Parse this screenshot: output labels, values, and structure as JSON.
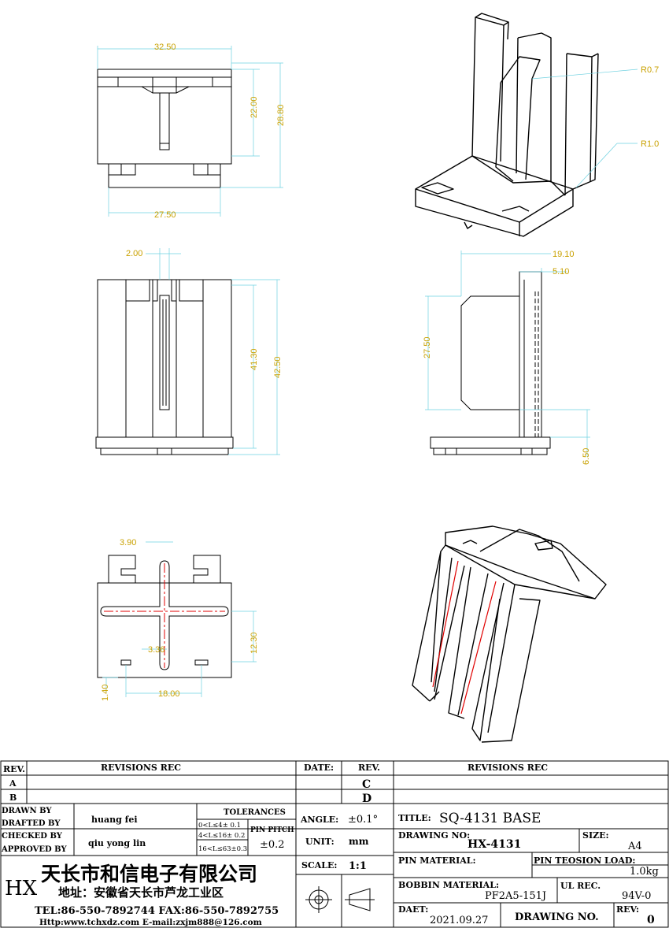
{
  "dimensions": {
    "top_width": "32.50",
    "top_h1": "22.00",
    "top_h2": "28.80",
    "top_base": "27.50",
    "front_slot": "2.00",
    "front_h1": "41.30",
    "front_h2": "42.50",
    "side_w1": "19.10",
    "side_w2": "5.10",
    "side_h1": "27.50",
    "side_h2": "6.50",
    "bottom_w": "3.90",
    "bottom_h": "12.30",
    "bottom_pin": "3.36",
    "bottom_off": "1.40",
    "bottom_pitch": "18.00",
    "iso_r1": "R0.7",
    "iso_r2": "R1.0"
  },
  "title_block": {
    "rev_header": "REV.",
    "revisions_header": "REVISIONS  REC",
    "date_header": "DATE:",
    "rev_header2": "REV.",
    "revisions_header2": "REVISIONS  REC",
    "rev_a": "A",
    "rev_b": "B",
    "rev_c": "C",
    "rev_d": "D",
    "drawn_by_label": "DRAWN BY",
    "drafted_by_label": "DRAFTED BY",
    "drafted_by": "huang fei",
    "checked_by_label": "CHECKED BY",
    "approved_by_label": "APPROVED BY",
    "approved_by": "qiu yong lin",
    "tolerances_label": "TOLERANCES",
    "tol1": "0<L≤4± 0.1",
    "tol2": "4<L≤16± 0.2",
    "tol3": "16<L≤63±0.3",
    "pin_pitch_label": "PIN PITCH",
    "pin_pitch": "±0.2",
    "angle_label": "ANGLE:",
    "angle": "±0.1°",
    "unit_label": "UNIT:",
    "unit": "mm",
    "scale_label": "SCALE:",
    "scale": "1:1",
    "title_label": "TITLE:",
    "title": "SQ-4131   BASE",
    "drawing_no_label": "DRAWING  NO:",
    "drawing_no": "HX-4131",
    "size_label": "SIZE:",
    "size": "A4",
    "pin_material_label": "PIN  MATERIAL:",
    "pin_tension_label": "PIN TEOSION LOAD:",
    "pin_tension": "1.0kg",
    "bobbin_material_label": "BOBBIN  MATERIAL:",
    "bobbin_material": "PF2A5-151J",
    "ul_label": "UL  REC.",
    "ul": "94V-0",
    "date_label": "DAET:",
    "date": "2021.09.27",
    "drawing_label": "DRAWING    NO.",
    "rev_label": "REV:",
    "rev": "0",
    "logo": "HX",
    "company": "天长市和信电子有限公司",
    "address": "地址：安徽省天长市芦龙工业区",
    "phone": "TEL:86-550-7892744  FAX:86-550-7892755",
    "web": "Http:www.tchxdz.com   E-mail:zxjm888@126.com"
  }
}
